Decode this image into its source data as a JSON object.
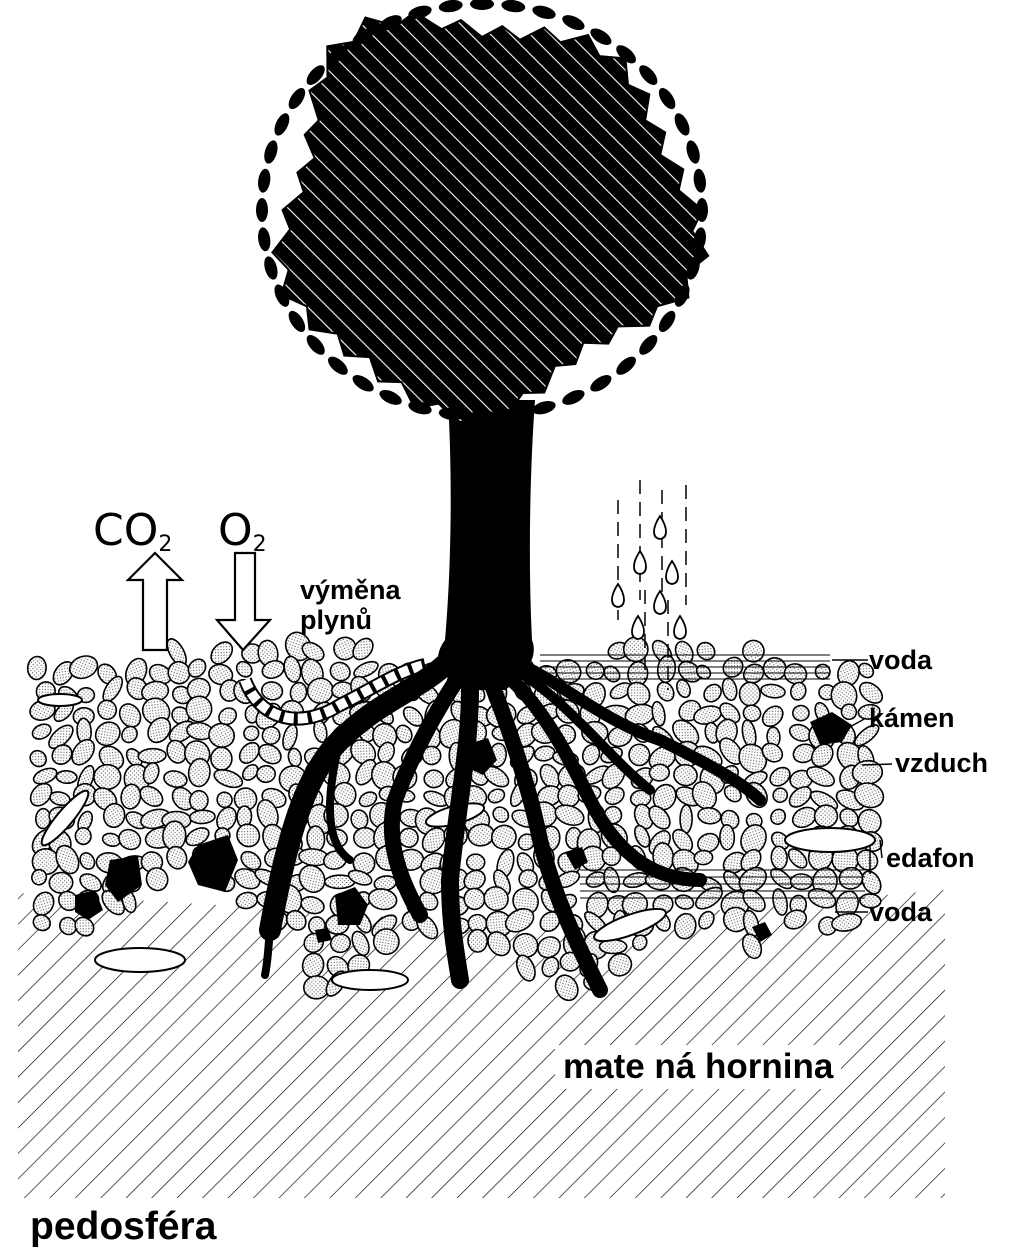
{
  "gas": {
    "co2": "CO",
    "o2": "O",
    "subscript": "2",
    "exchange_line1": "výměna",
    "exchange_line2": "plynů"
  },
  "labels": {
    "voda_top": "voda",
    "kamen": "kámen",
    "vzduch": "vzduch",
    "edafon": "edafon",
    "voda_bottom": "voda",
    "bedrock": "mate  ná hornina",
    "title": "pedosféra"
  },
  "colors": {
    "ink": "#000000",
    "paper": "#ffffff",
    "pebble_fill": "#d9d9d9"
  }
}
